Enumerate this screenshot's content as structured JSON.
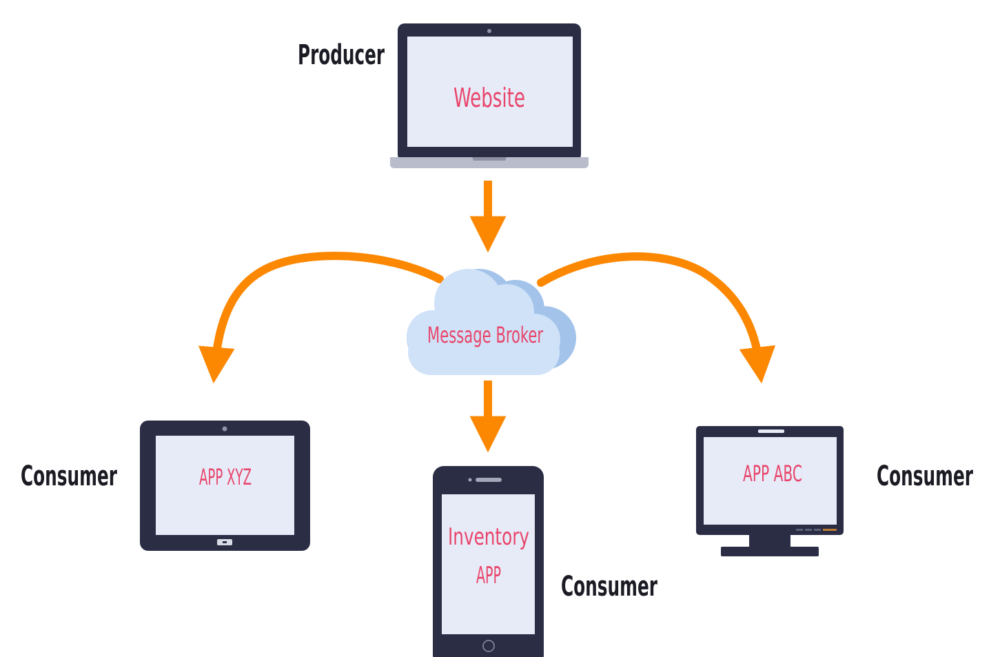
{
  "producer": {
    "role": "Producer",
    "name": "Website",
    "device": "laptop-icon"
  },
  "broker": {
    "name": "Message Broker",
    "shape": "cloud-icon"
  },
  "consumers": [
    {
      "role": "Consumer",
      "name": "APP XYZ",
      "device": "tablet-icon"
    },
    {
      "role": "Consumer",
      "name": "Inventory",
      "name2": "APP",
      "device": "smartphone-icon"
    },
    {
      "role": "Consumer",
      "name": "APP ABC",
      "device": "desktop-monitor-icon"
    }
  ],
  "colors": {
    "arrow": "#fc8700",
    "device_body": "#2a2d44",
    "screen": "#e7ebf8",
    "label_red": "#e8456a",
    "label_dark": "#1b1b24",
    "cloud_light": "#d0e2f7",
    "cloud_dark": "#a3c3ea"
  }
}
